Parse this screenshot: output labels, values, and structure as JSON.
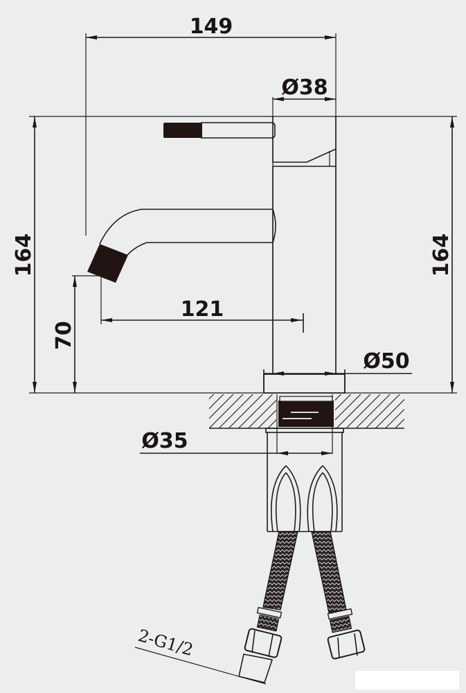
{
  "drawing": {
    "subject": "Basin faucet dimensional drawing",
    "colors": {
      "background": "#eceeed",
      "line": "#1f1a1a",
      "fill_dark": "#231414"
    },
    "dimensions": {
      "overall_width": "149",
      "body_diameter": "Ø38",
      "height_left": "164",
      "height_right": "164",
      "spout_reach": "121",
      "spout_height": "70",
      "base_diameter": "Ø50",
      "shank_diameter": "Ø35",
      "hose_thread": "2-G1/2"
    }
  }
}
